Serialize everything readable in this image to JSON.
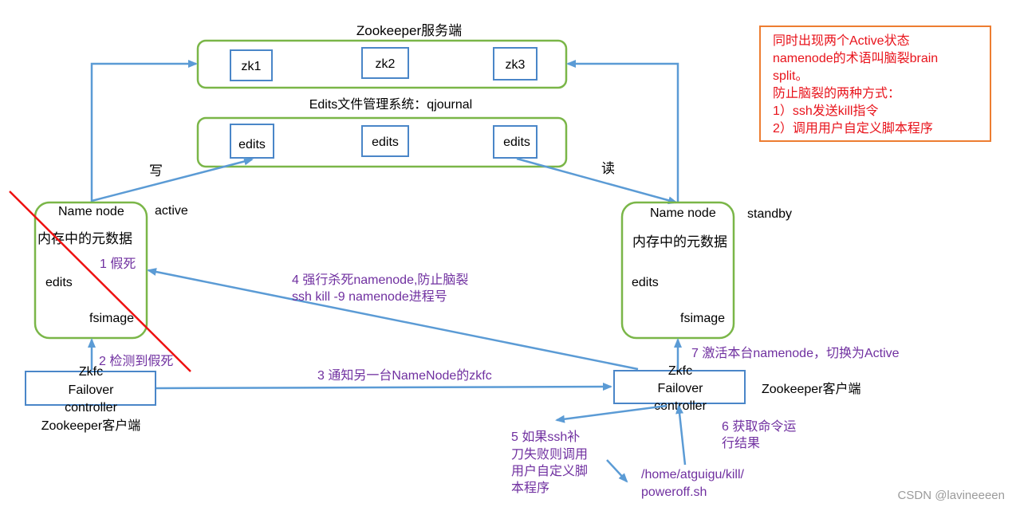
{
  "colors": {
    "green_box": "#7ab648",
    "blue_box": "#4a86c8",
    "arrow": "#5b9bd5",
    "purple_text": "#7030a0",
    "red_text": "#e8131b",
    "orange_border": "#ed7d31",
    "cross_line": "#ee1111"
  },
  "zookeeper_server": {
    "title": "Zookeeper服务端",
    "nodes": [
      "zk1",
      "zk2",
      "zk3"
    ]
  },
  "edits_system": {
    "title": "Edits文件管理系统：qjournal",
    "nodes": [
      "edits",
      "edits",
      "edits"
    ]
  },
  "labels": {
    "write": "写",
    "read": "读"
  },
  "namenode_left": {
    "title": "Name node",
    "state": "active",
    "metadata": "内存中的元数据",
    "edits": "edits",
    "fsimage": "fsimage"
  },
  "namenode_right": {
    "title": "Name node",
    "state": "standby",
    "metadata": "内存中的元数据",
    "edits": "edits",
    "fsimage": "fsimage"
  },
  "zkfc_left": {
    "lines": [
      "Zkfc",
      "Failover",
      "controller"
    ],
    "client_label": "Zookeeper客户端"
  },
  "zkfc_right": {
    "lines": [
      "Zkfc",
      "Failover",
      "controller"
    ],
    "client_label": "Zookeeper客户端"
  },
  "steps": {
    "s1": "1 假死",
    "s2": "2 检测到假死",
    "s3": "3 通知另一台NameNode的zkfc",
    "s4_line1": "4 强行杀死namenode,防止脑裂",
    "s4_line2": "ssh kill -9 namenode进程号",
    "s5": [
      "5 如果ssh补",
      "刀失败则调用",
      "用户自定义脚",
      "本程序"
    ],
    "s6": [
      "6 获取命令运",
      "行结果"
    ],
    "s7": "7 激活本台namenode，切换为Active"
  },
  "script_path": [
    "/home/atguigu/kill/",
    "poweroff.sh"
  ],
  "note": {
    "lines": [
      "同时出现两个Active状态",
      "namenode的术语叫脑裂brain",
      "split。",
      "防止脑裂的两种方式：",
      "1）ssh发送kill指令",
      "2）调用用户自定义脚本程序"
    ]
  },
  "watermark": "CSDN @lavineeeen"
}
